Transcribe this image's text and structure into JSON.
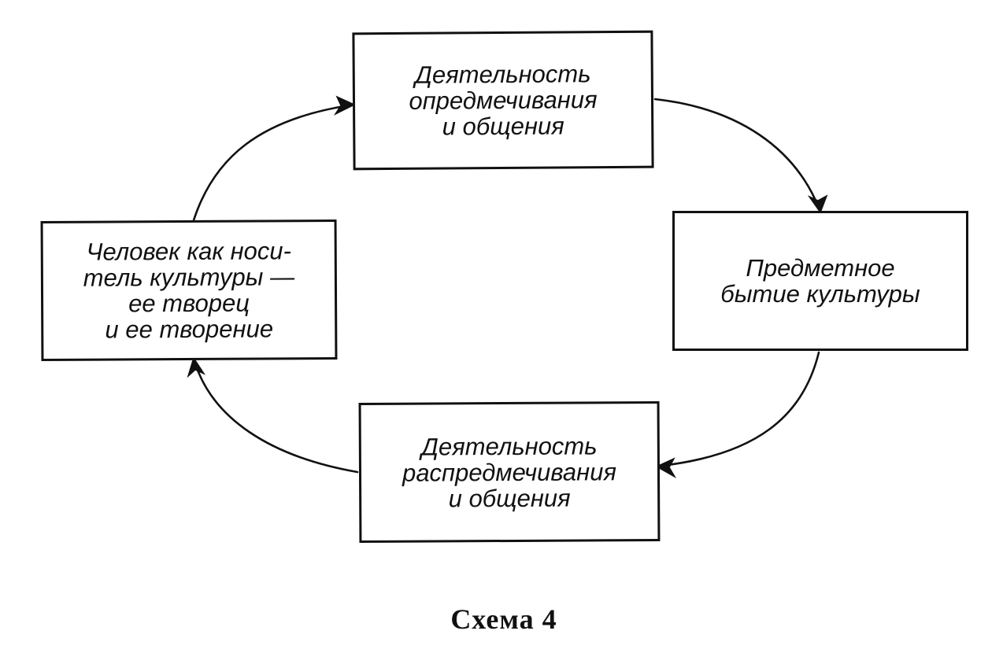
{
  "diagram": {
    "nodes": [
      {
        "id": "top",
        "label": "Деятельность\nопредмечивания\nи общения"
      },
      {
        "id": "right",
        "label": "Предметное\nбытие культуры"
      },
      {
        "id": "bottom",
        "label": "Деятельность\nраспредмечивания\nи общения"
      },
      {
        "id": "left",
        "label": "Человек как носи-\nтель культуры —\nее творец\nи ее творение"
      }
    ],
    "edges": [
      {
        "from": "left",
        "to": "top"
      },
      {
        "from": "top",
        "to": "right"
      },
      {
        "from": "right",
        "to": "bottom"
      },
      {
        "from": "bottom",
        "to": "left"
      }
    ],
    "caption": "Схема 4"
  }
}
